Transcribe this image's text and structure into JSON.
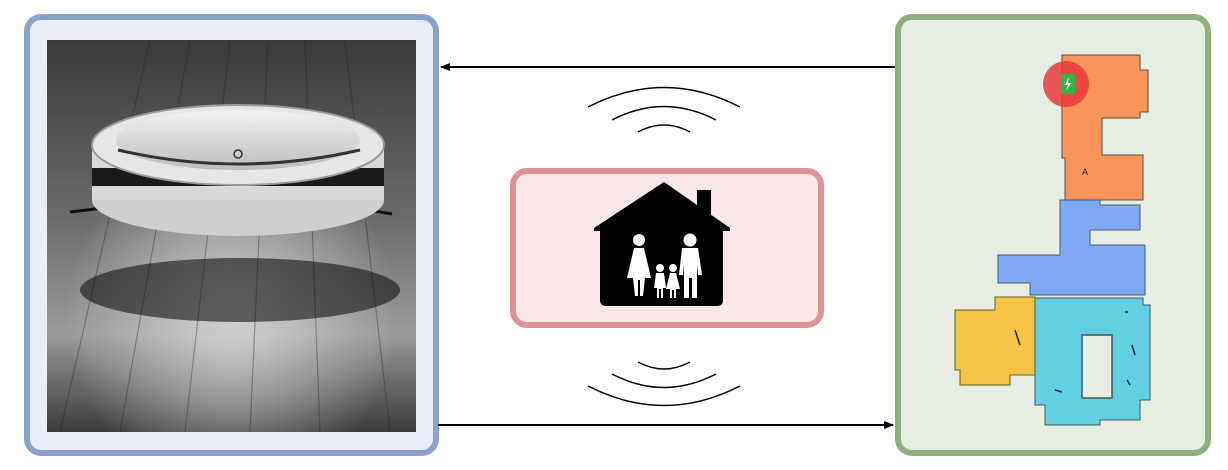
{
  "diagram": {
    "robot_panel": {
      "icon": "robot-vacuum-photo",
      "fill": "#e8edf6",
      "stroke": "#8aa1cb"
    },
    "home_panel": {
      "icon": "family-house-icon",
      "fill": "#f8e8ea",
      "stroke": "#dd9396"
    },
    "map_panel": {
      "icon": "floor-map",
      "fill": "#e6ede2",
      "stroke": "#8fb07d"
    },
    "map": {
      "room_label": "A",
      "charger_icon": "charging-dock-icon",
      "room_colors": [
        "#f9955b",
        "#7fa8f5",
        "#f5c343",
        "#63cfe3"
      ],
      "dock_marker_color": "#e83a3a",
      "dock_color": "#34b34a"
    },
    "arrows": [
      {
        "from": "map-panel",
        "to": "robot-panel",
        "name": "arrow-map-to-robot"
      },
      {
        "from": "robot-panel",
        "to": "map-panel",
        "name": "arrow-robot-to-map"
      }
    ],
    "signals": [
      "wifi-signal-top-icon",
      "wifi-signal-bottom-icon"
    ]
  }
}
